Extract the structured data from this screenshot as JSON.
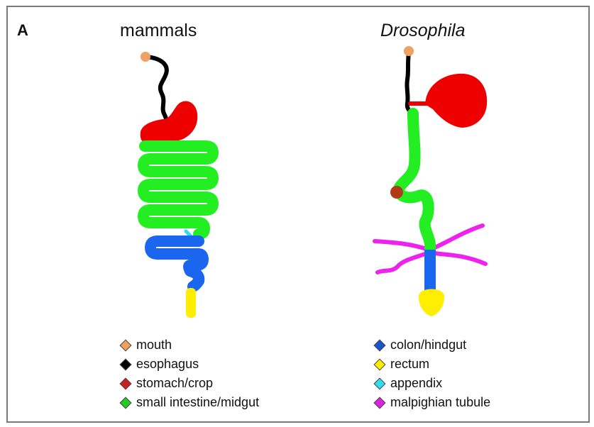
{
  "figure": {
    "panel_label": "A",
    "title_left": "mammals",
    "title_right": "Drosophila"
  },
  "colors": {
    "mouth": "#f0a060",
    "esophagus": "#000000",
    "stomach": "#ee0000",
    "small_intestine": "#22ee22",
    "colon": "#1a66ee",
    "rectum": "#ffee00",
    "appendix": "#33ddee",
    "malpighian": "#ee22ee",
    "crop_marker": "#b03a1a"
  },
  "legend_left": [
    {
      "label": "mouth",
      "color": "#f0a060",
      "icon": "diamond"
    },
    {
      "label": "esophagus",
      "color": "#000000",
      "icon": "diamond"
    },
    {
      "label": "stomach/crop",
      "color": "#cc2020",
      "icon": "diamond"
    },
    {
      "label": "small intestine/midgut",
      "color": "#22cc22",
      "icon": "diamond"
    }
  ],
  "legend_right": [
    {
      "label": "colon/hindgut",
      "color": "#1a55cc",
      "icon": "diamond"
    },
    {
      "label": "rectum",
      "color": "#ffee00",
      "icon": "diamond"
    },
    {
      "label": "appendix",
      "color": "#33ddee",
      "icon": "diamond"
    },
    {
      "label": "malpighian tubule",
      "color": "#dd22dd",
      "icon": "diamond"
    }
  ]
}
